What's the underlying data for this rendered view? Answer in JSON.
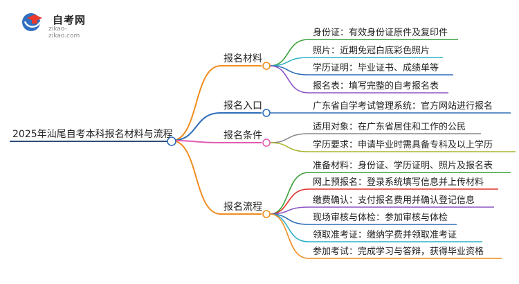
{
  "logo": {
    "title": "自考网",
    "url": "zikao-zikao.com"
  },
  "mindmap": {
    "root": "2025年汕尾自考本科报名材料与流程",
    "branches": [
      {
        "label": "报名材料",
        "color": "#f08c1e",
        "leaves": [
          {
            "text": "身份证：有效身份证原件及复印件",
            "color": "#3aa13a"
          },
          {
            "text": "照片：近期免冠白底彩色照片",
            "color": "#31b0c8"
          },
          {
            "text": "学历证明：毕业证书、成绩单等",
            "color": "#2e6db8"
          },
          {
            "text": "报名表：填写完整的自考报名表",
            "color": "#8a55c4"
          }
        ]
      },
      {
        "label": "报名入口",
        "color": "#2e6db8",
        "leaves": [
          {
            "text": "广东省自学考试管理系统：官方网站进行报名",
            "color": "#2e6db8"
          }
        ]
      },
      {
        "label": "报名条件",
        "color": "#e05cb0",
        "leaves": [
          {
            "text": "适用对象：在广东省居住和工作的公民",
            "color": "#888888"
          },
          {
            "text": "学历要求：申请毕业时需具备专科及以上学历",
            "color": "#a8b530"
          }
        ]
      },
      {
        "label": "报名流程",
        "color": "#f08c1e",
        "leaves": [
          {
            "text": "准备材料：身份证、学历证明、照片及报名表",
            "color": "#3aa13a"
          },
          {
            "text": "网上预报名：登录系统填写信息并上传材料",
            "color": "#e0302a"
          },
          {
            "text": "缴费确认：支付报名费用并确认登记信息",
            "color": "#8a55c4"
          },
          {
            "text": "现场审核与体检：参加审核与体检",
            "color": "#2e6db8"
          },
          {
            "text": "领取准考证：缴纳学费并领取准考证",
            "color": "#31b0c8"
          },
          {
            "text": "参加考试：完成学习与答辩，获得毕业资格",
            "color": "#f08c1e"
          }
        ]
      }
    ]
  }
}
